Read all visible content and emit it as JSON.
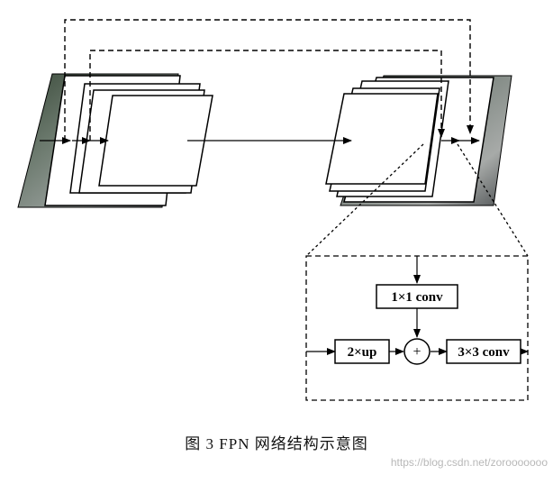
{
  "diagram": {
    "boxes": {
      "conv1x1": "1×1 conv",
      "up2x": "2×up",
      "add": "+",
      "conv3x3": "3×3 conv"
    }
  },
  "caption": "图 3   FPN 网络结构示意图",
  "watermark": "https://blog.csdn.net/zorooooooo"
}
